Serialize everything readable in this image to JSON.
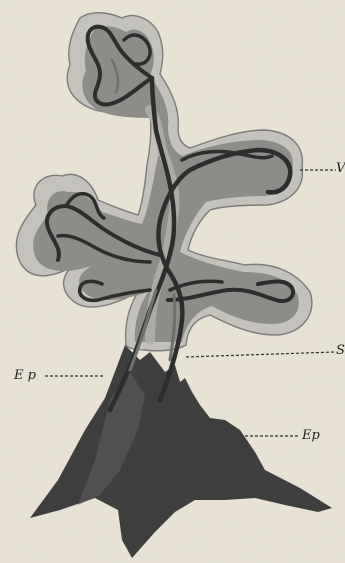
{
  "labels": {
    "top_right": "V",
    "mid_right": "S",
    "left": "E p",
    "bottom_right": "Ep"
  }
}
